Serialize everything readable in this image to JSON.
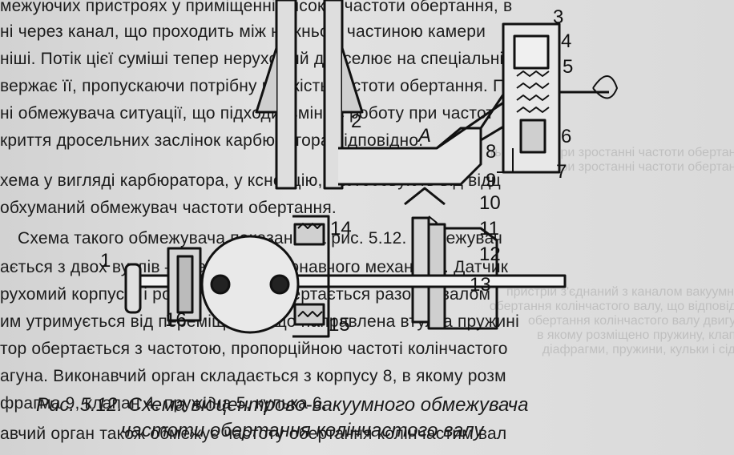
{
  "background_text": [
    "межуючих пристроях у приміщенні високої частоти обертання, в",
    "ні через канал, що проходить між нижньою частиною камери",
    "ніші. Потік цієї суміші тепер нерухомий дроселює на спеціальній",
    "вержає її, пропускаючи потрібну кількість частоти обертання. Під",
    "ні обмежувача ситуації, що підходи, змінює роботу при частот",
    "криття дросельних заслінок карбюратора відповідно.",
    "хема у вигляді карбюратора, у ксносцію, застосовують від відц",
    "обхуманий обмежувач частоти обертання.",
    "Схема такого обмежувача показана на рис. 5.12. Обмежувач",
    "ається з двох вузлів — датчика і виконавчого механізму. Датчик",
    "рухомий корпус 3 і ротор 13, який обертається разом з валом",
    "им утримується від переміщення, що направлена втулка пружині",
    "тор обертається з частотою, пропорційною частоті колінчастого",
    "агуна. Виконавчий орган складається з корпусу 8, в якому розм",
    "фрагма 9, клапан 4, пружина 5, кулька 6,",
    "авчий орган також обмежує частоту обертання колінчастим вал"
  ],
  "ghost_text": [
    "ться зміна при зростанні частоти обертання",
    "вається при зростанні частоти обертання",
    "пристрій з'єднаний з каналом вакуумним",
    "обертання колінчастого валу, що відповідає",
    "обертання колінчастого валу двигуна",
    "в якому розміщено пружину, клапан",
    "діафрагми, пружини, кульки і сідла"
  ],
  "callouts": [
    "3",
    "4",
    "5",
    "6",
    "7",
    "8",
    "9",
    "10",
    "11",
    "12",
    "13",
    "14",
    "15",
    "16",
    "1",
    "2",
    "A"
  ],
  "caption": {
    "line1": "Рис. 5.12. Схема відцентрово-вакуумного обмежувача",
    "line2": "частоти обертання колінчастого валу"
  }
}
